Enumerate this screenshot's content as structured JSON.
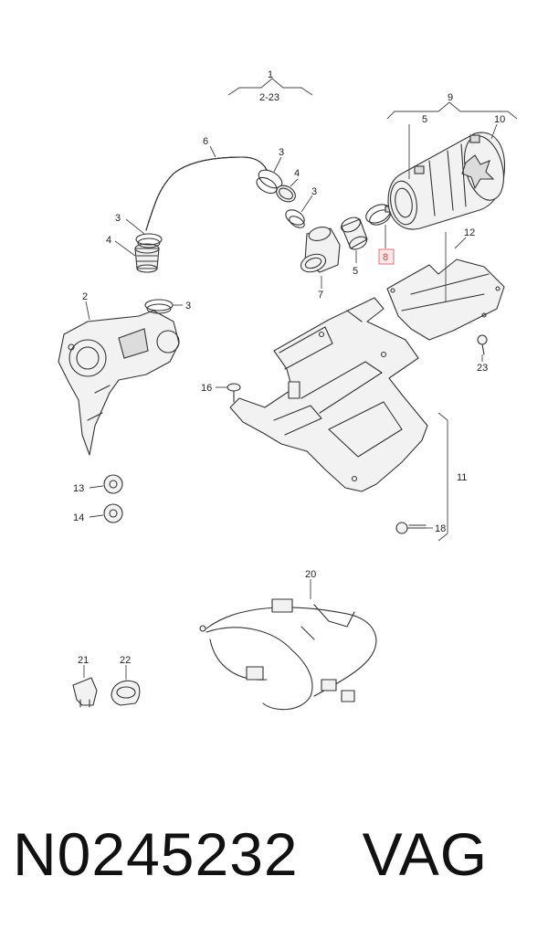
{
  "labels": {
    "l1": "1",
    "l1sub": "2-23",
    "l2": "2",
    "l3a": "3",
    "l3b": "3",
    "l3c": "3",
    "l3d": "3",
    "l4a": "4",
    "l4b": "4",
    "l5a": "5",
    "l5b": "5",
    "l6": "6",
    "l7": "7",
    "l8": "8",
    "l9": "9",
    "l10": "10",
    "l11": "11",
    "l12": "12",
    "l13": "13",
    "l14": "14",
    "l16": "16",
    "l18": "18",
    "l20": "20",
    "l21": "21",
    "l22": "22",
    "l23": "23"
  },
  "highlight_color": "#e0707c",
  "caption": {
    "part_number": "N0245232",
    "brand": "VAG"
  }
}
